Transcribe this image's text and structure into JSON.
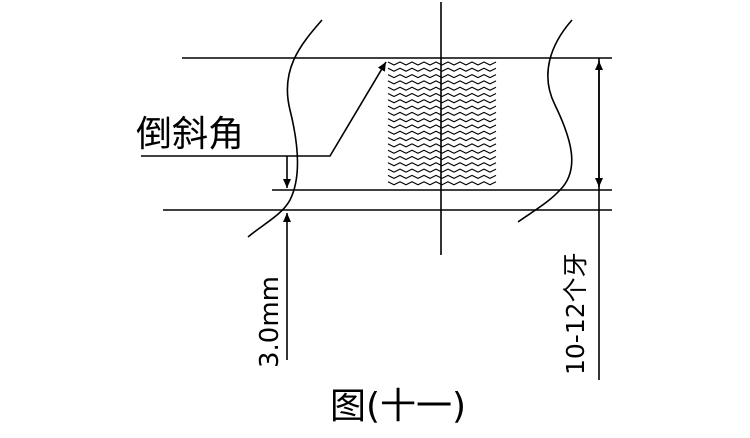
{
  "figure": {
    "chamfer_label": "倒斜角",
    "chamfer_dimension": "3.0mm",
    "thread_count_dimension": "10-12个牙",
    "caption": "图(十一)"
  }
}
